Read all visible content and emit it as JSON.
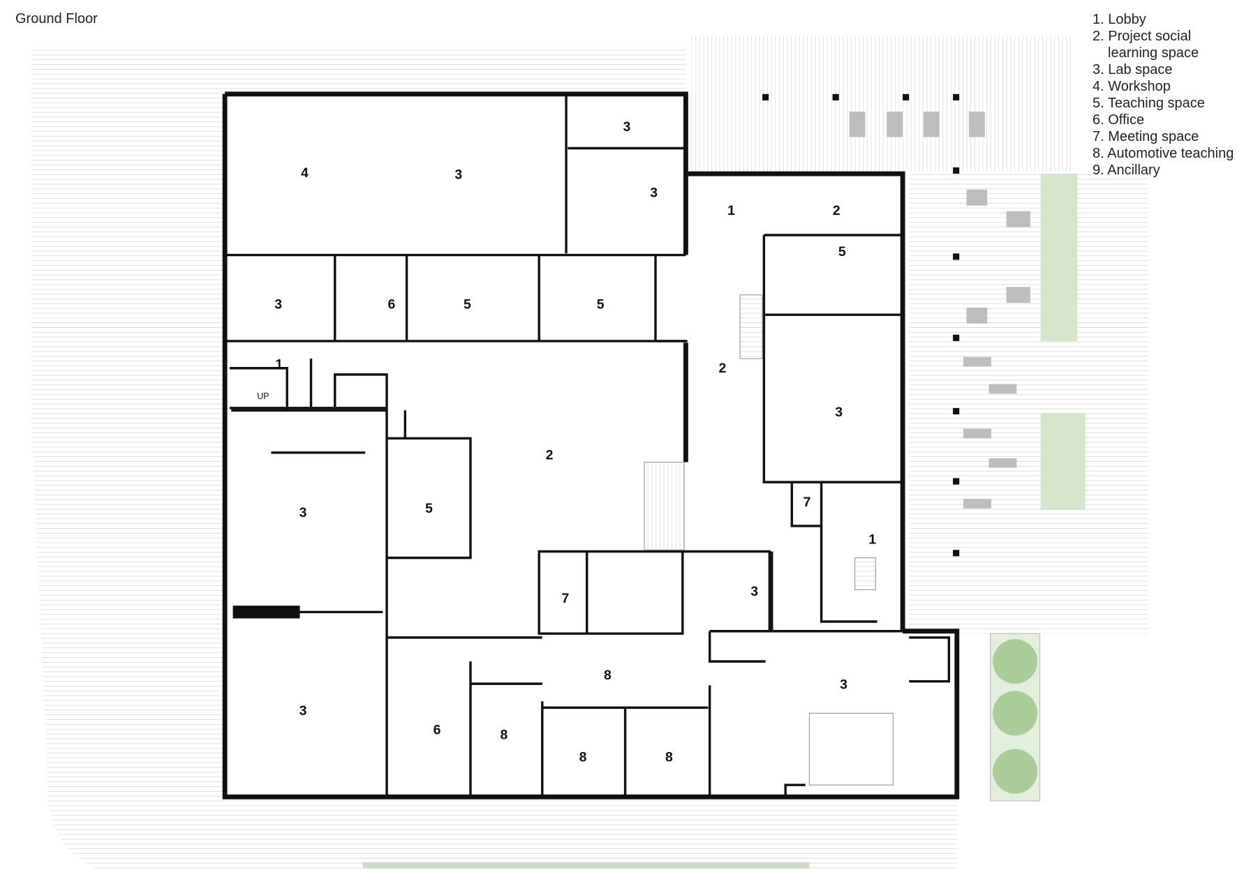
{
  "title": "Ground Floor",
  "legend": [
    {
      "n": "1.",
      "label": "Lobby"
    },
    {
      "n": "2.",
      "label": "Project social",
      "cont": "learning space"
    },
    {
      "n": "3.",
      "label": "Lab space"
    },
    {
      "n": "4.",
      "label": "Workshop"
    },
    {
      "n": "5.",
      "label": "Teaching space"
    },
    {
      "n": "6.",
      "label": "Office"
    },
    {
      "n": "7.",
      "label": "Meeting space"
    },
    {
      "n": "8.",
      "label": "Automotive teaching"
    },
    {
      "n": "9.",
      "label": "Ancillary"
    }
  ],
  "rooms": [
    "4",
    "3",
    "3",
    "3",
    "1",
    "2",
    "5",
    "3",
    "6",
    "5",
    "5",
    "1",
    "2",
    "2",
    "3",
    "3",
    "5",
    "7",
    "1",
    "7",
    "3",
    "8",
    "3",
    "3",
    "6",
    "8",
    "8",
    "8"
  ],
  "stair_label": "UP",
  "colors": {
    "wall": "#111111",
    "hatch": "#d8d8d8",
    "landscape": "#cfe3c4",
    "tree": "#9cc48a"
  }
}
